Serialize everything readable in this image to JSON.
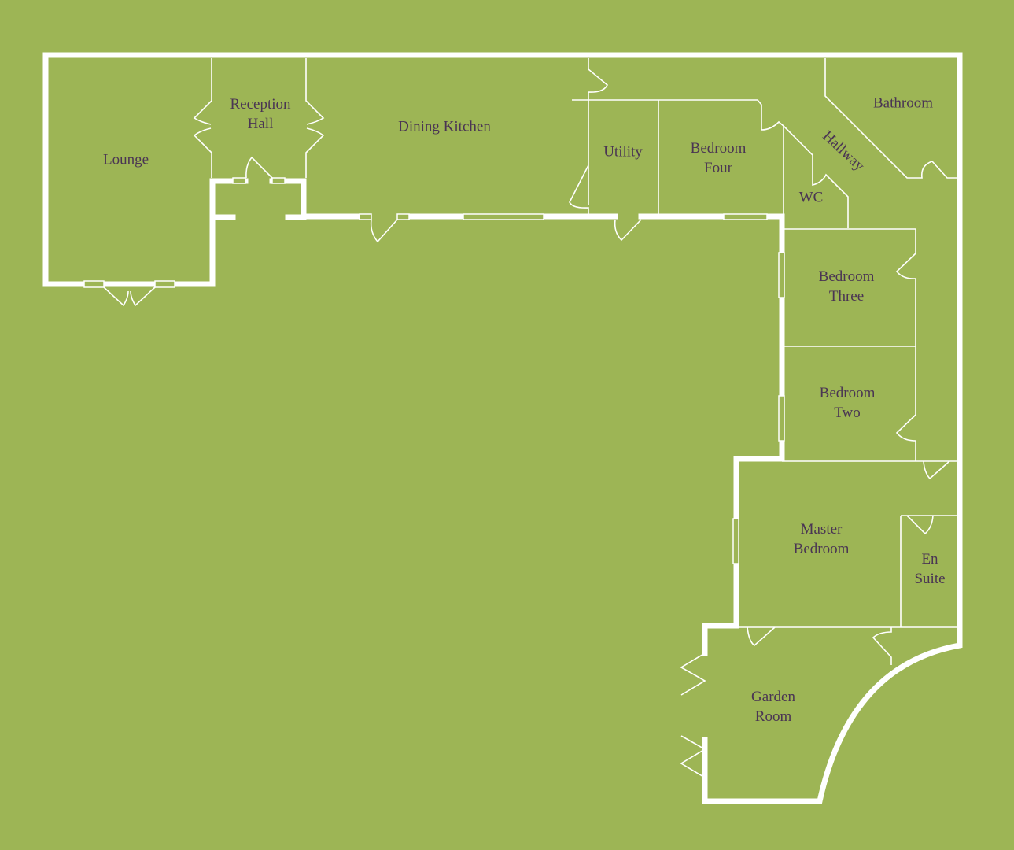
{
  "floorplan": {
    "background_color": "#9db555",
    "wall_color": "#ffffff",
    "label_color": "#4a3553",
    "rooms": {
      "lounge": {
        "line1": "Lounge"
      },
      "reception_hall": {
        "line1": "Reception",
        "line2": "Hall"
      },
      "dining_kitchen": {
        "line1": "Dining Kitchen"
      },
      "utility": {
        "line1": "Utility"
      },
      "bedroom_four": {
        "line1": "Bedroom",
        "line2": "Four"
      },
      "bathroom": {
        "line1": "Bathroom"
      },
      "hallway": {
        "line1": "Hallway"
      },
      "wc": {
        "line1": "WC"
      },
      "bedroom_three": {
        "line1": "Bedroom",
        "line2": "Three"
      },
      "bedroom_two": {
        "line1": "Bedroom",
        "line2": "Two"
      },
      "master_bedroom": {
        "line1": "Master",
        "line2": "Bedroom"
      },
      "en_suite": {
        "line1": "En",
        "line2": "Suite"
      },
      "garden_room": {
        "line1": "Garden",
        "line2": "Room"
      }
    }
  }
}
